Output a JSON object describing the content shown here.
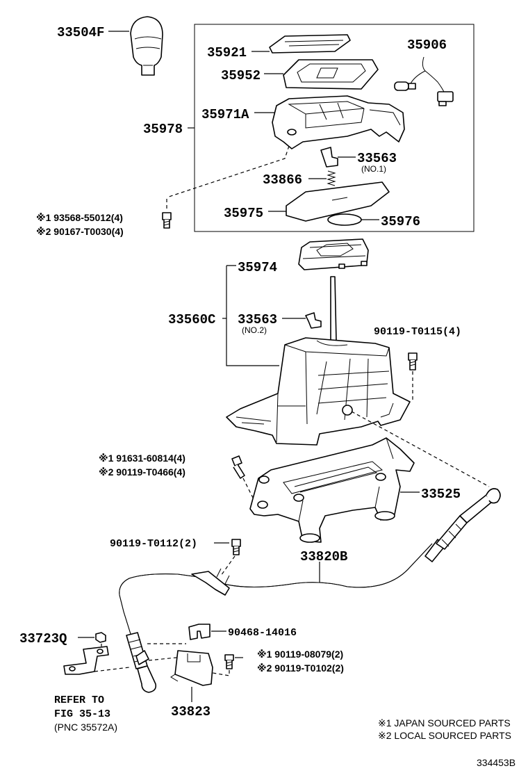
{
  "labels": {
    "p33504F": "33504F",
    "p35921": "35921",
    "p35906": "35906",
    "p35952": "35952",
    "p35978": "35978",
    "p35971A": "35971A",
    "p33563": "33563",
    "p33563_no1": "(NO.1)",
    "p33866": "33866",
    "p35975": "35975",
    "p35976": "35976",
    "bolt1_a": "※1 93568-55012(4)",
    "bolt1_b": "※2 90167-T0030(4)",
    "p35974": "35974",
    "p33560C": "33560C",
    "p33563b": "33563",
    "p33563_no2": "(NO.2)",
    "p90119_T0115": "90119-T0115(4)",
    "bolt2_a": "※1 91631-60814(4)",
    "bolt2_b": "※2 90119-T0466(4)",
    "p33525": "33525",
    "p90119_T0112": "90119-T0112(2)",
    "p33820B": "33820B",
    "p33723Q": "33723Q",
    "p90468": "90468-14016",
    "bolt3_a": "※1 90119-08079(2)",
    "bolt3_b": "※2 90119-T0102(2)",
    "refer1": "REFER TO",
    "refer2": "FIG 35-13",
    "refer3": "(PNC 35572A)",
    "p33823": "33823",
    "legend1": "※1 JAPAN SOURCED PARTS",
    "legend2": "※2 LOCAL SOURCED PARTS",
    "figno": "334453B"
  }
}
